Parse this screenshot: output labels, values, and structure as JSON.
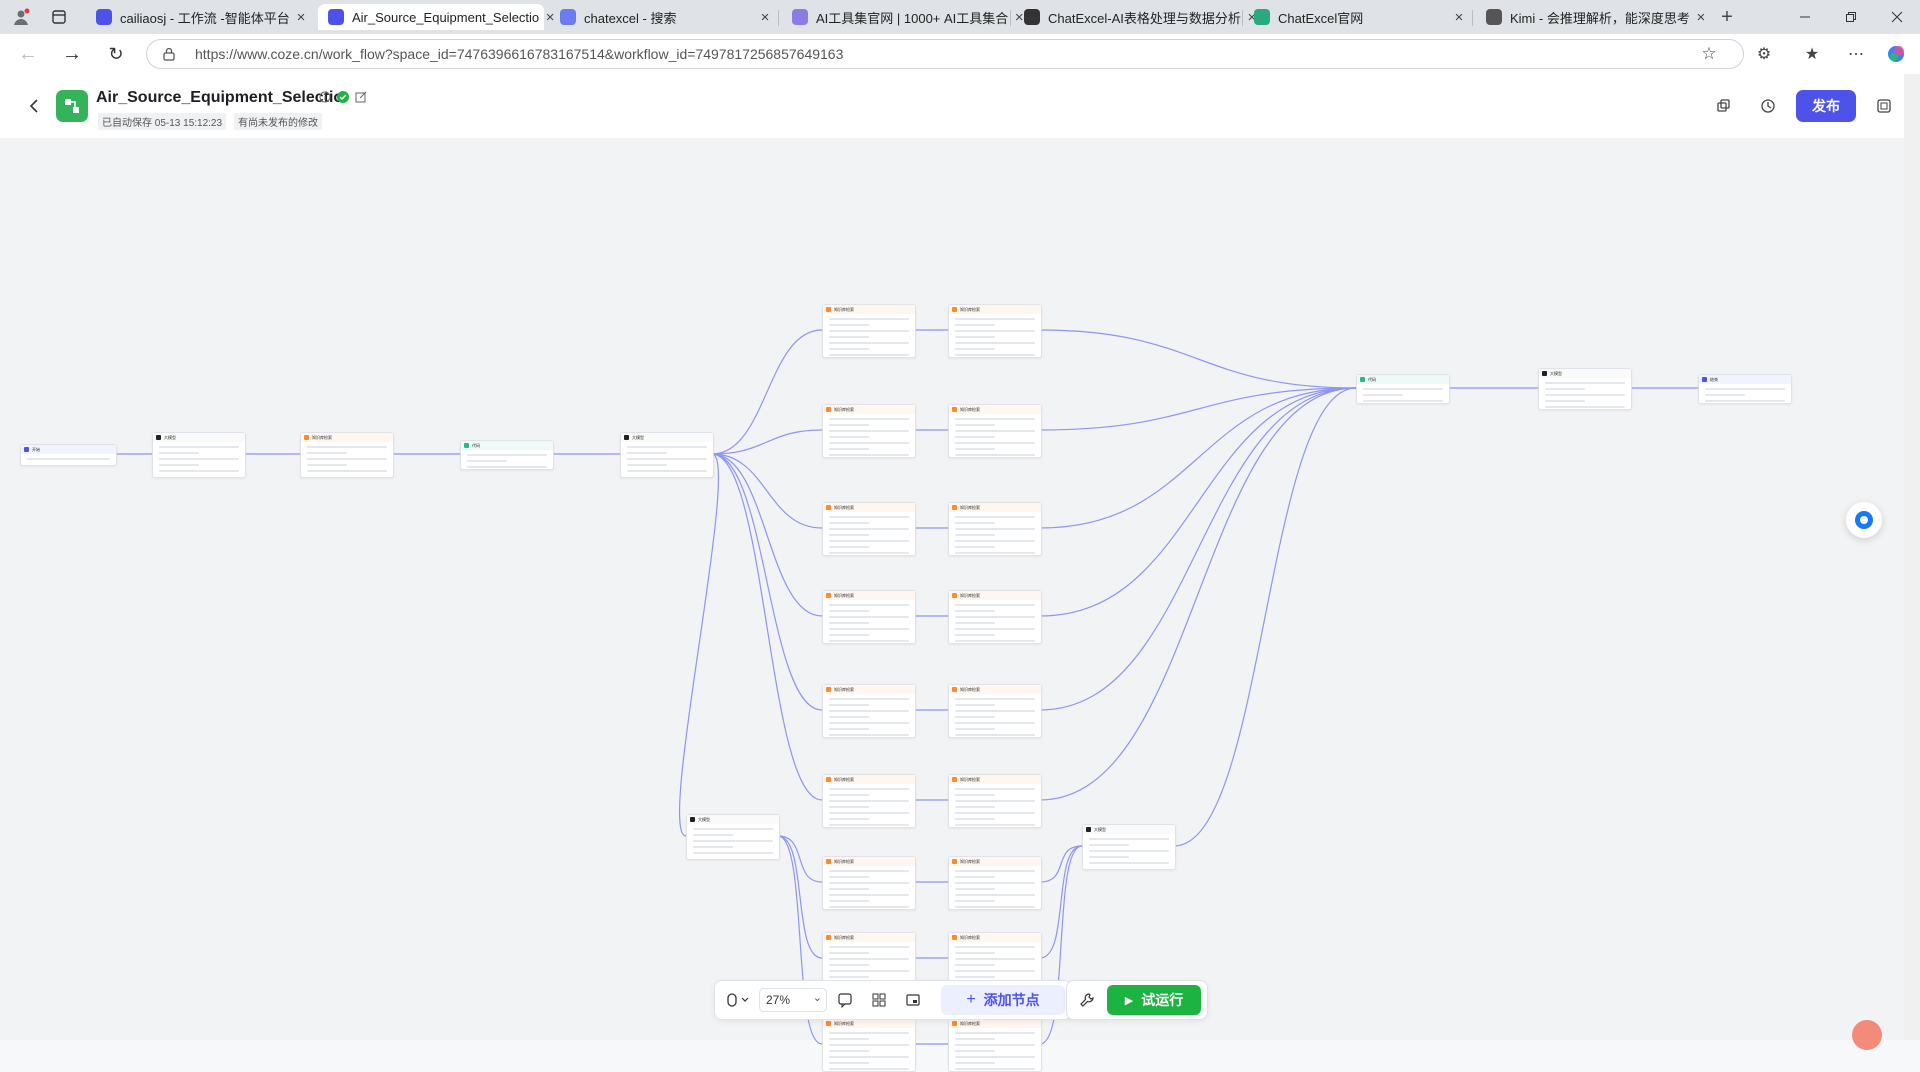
{
  "browser": {
    "tabs": [
      {
        "title": "cailiaosj - 工作流 -智能体平台",
        "icon": "coze-icon",
        "active": false,
        "color": "#4d53e8"
      },
      {
        "title": "Air_Source_Equipment_Selectio",
        "icon": "coze-icon",
        "active": true,
        "color": "#4d53e8"
      },
      {
        "title": "chatexcel - 搜索",
        "icon": "search-icon",
        "active": false,
        "color": "#6b7cf0"
      },
      {
        "title": "AI工具集官网 | 1000+ AI工具集合",
        "icon": "ai-tools-icon",
        "active": false,
        "color": "#8c7ae6"
      },
      {
        "title": "ChatExcel-AI表格处理与数据分析",
        "icon": "chatexcel-icon",
        "active": false,
        "color": "#333333"
      },
      {
        "title": "ChatExcel官网",
        "icon": "chatexcel-v-icon",
        "active": false,
        "color": "#2aa87e"
      },
      {
        "title": "Kimi - 会推理解析，能深度思考",
        "icon": "kimi-icon",
        "active": false,
        "color": "#555555"
      }
    ],
    "url": "https://www.coze.cn/work_flow?space_id=7476396616783167514&workflow_id=7497817256857649163"
  },
  "header": {
    "title": "Air_Source_Equipment_Selectio",
    "autosave": "已自动保存 05-13 15:12:23",
    "unpublished": "有尚未发布的修改",
    "publish_label": "发布",
    "brand_color": "#4d53e8",
    "icon_color": "#34b35a"
  },
  "canvas": {
    "node_labels": {
      "start": "开始",
      "code": "代码",
      "end": "结束",
      "dark": "大模型",
      "kb": "知识库检索"
    }
  },
  "toolbar": {
    "zoom": "27%",
    "add_node_label": "添加节点",
    "run_label": "试运行",
    "run_color": "#1cb341"
  }
}
